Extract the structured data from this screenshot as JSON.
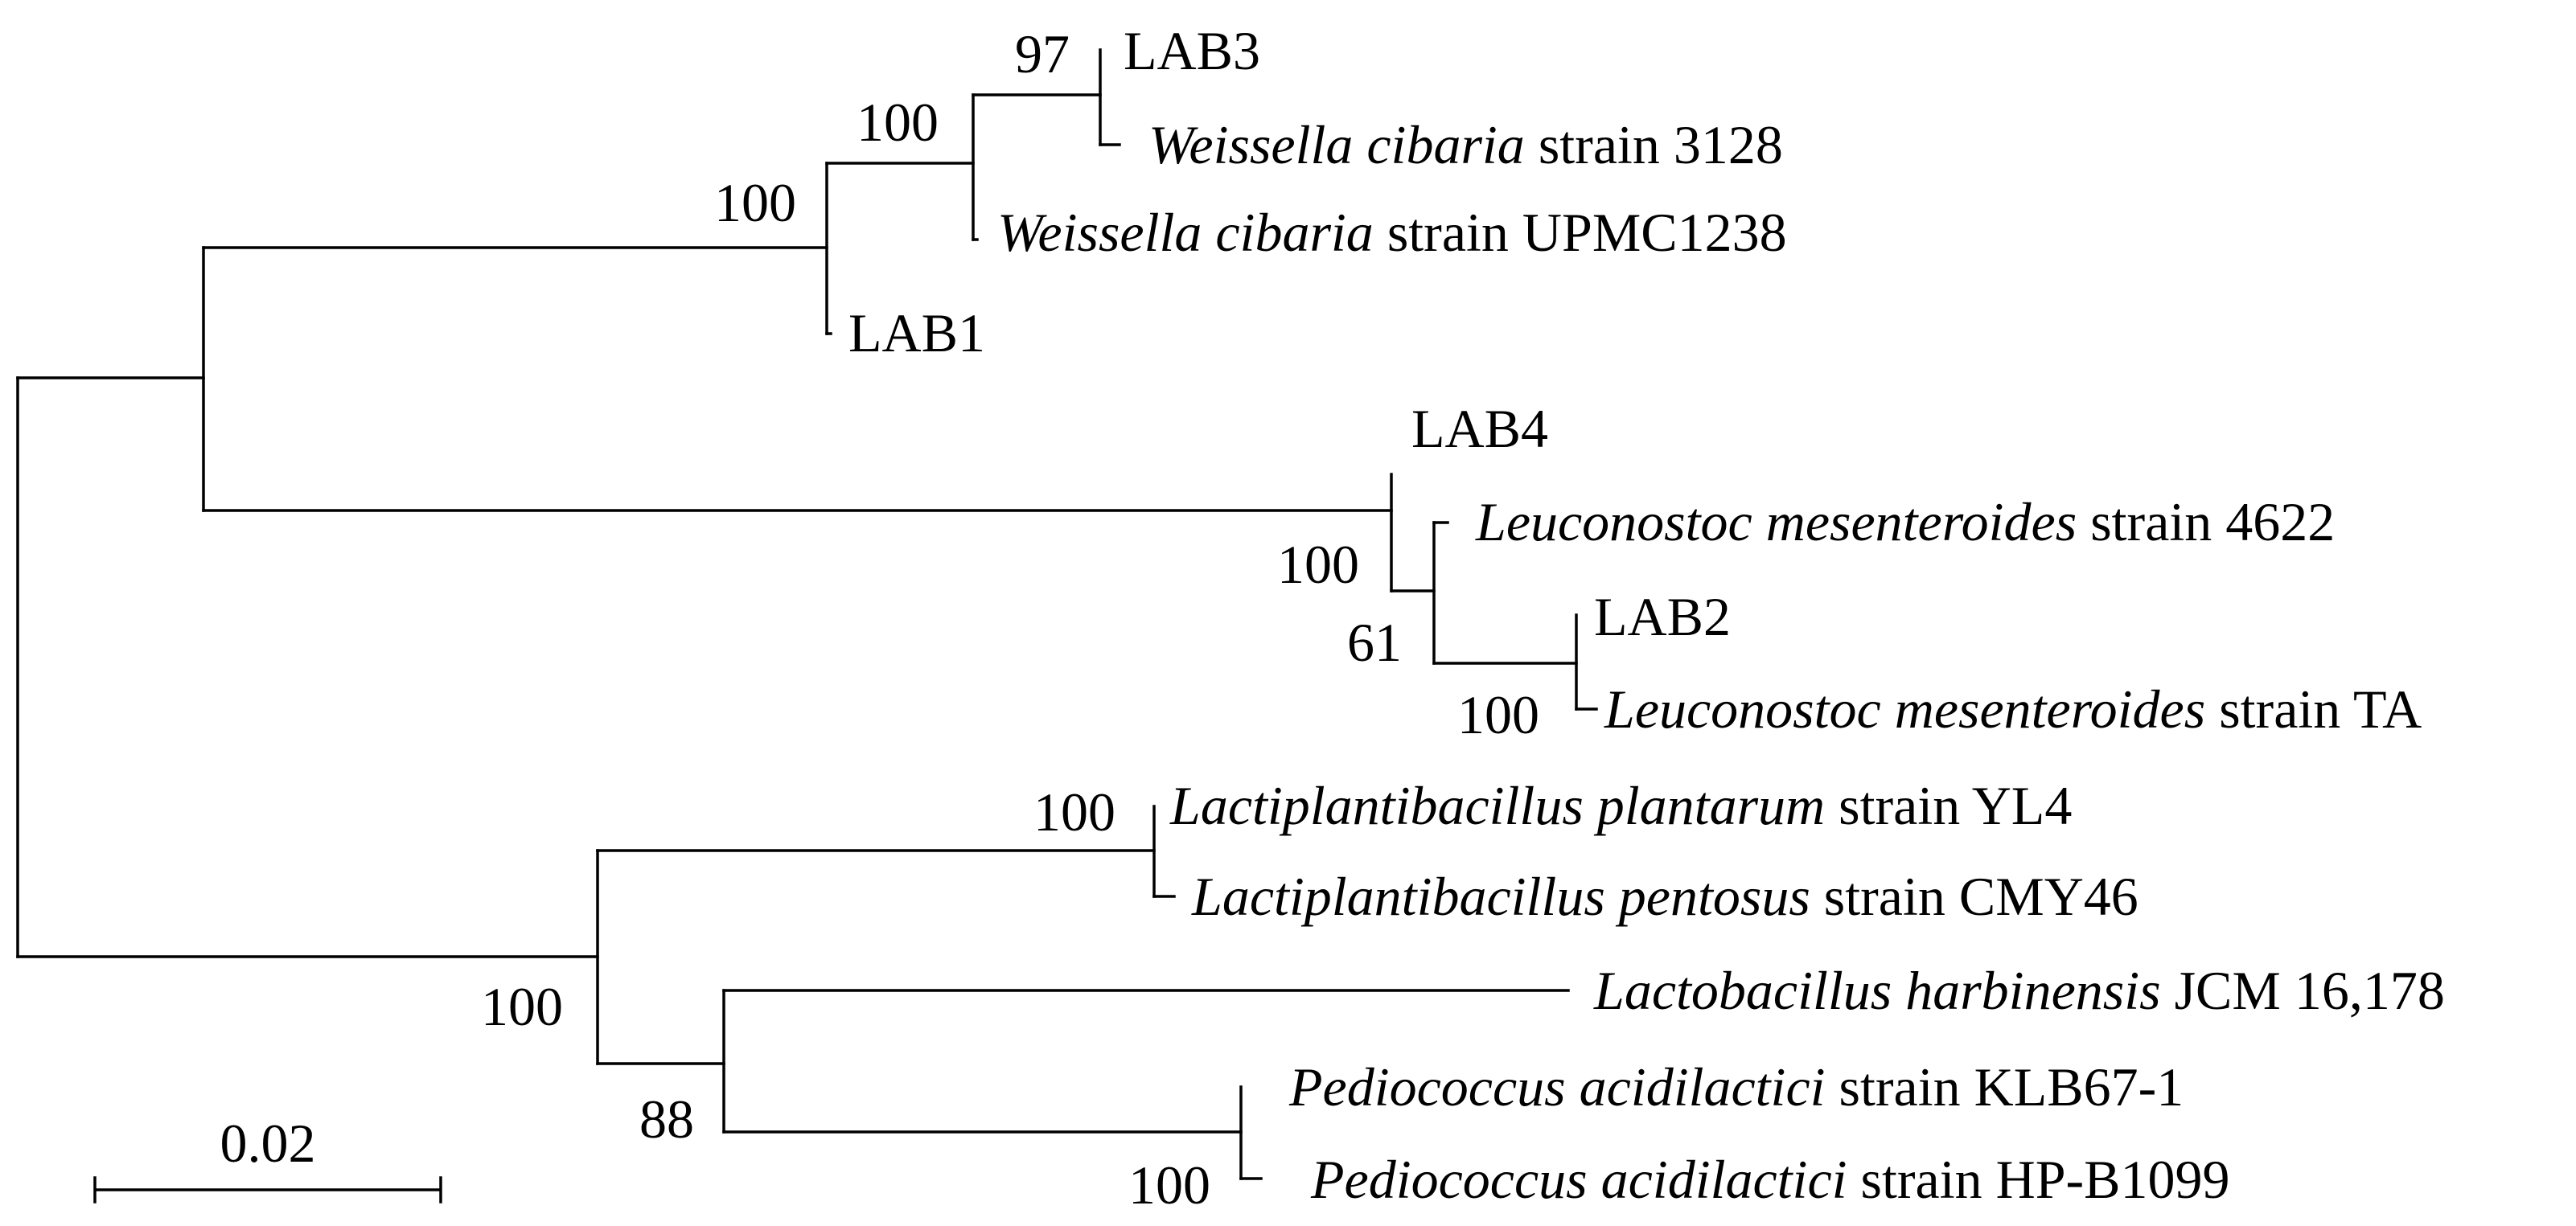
{
  "tree": {
    "taxa": [
      {
        "id": "lab3",
        "plain": "LAB3",
        "italic": "",
        "suffix": ""
      },
      {
        "id": "wc3128",
        "plain": "",
        "italic": "Weissella cibaria",
        "suffix": " strain 3128"
      },
      {
        "id": "wcupmc",
        "plain": "",
        "italic": "Weissella cibaria",
        "suffix": " strain UPMC1238"
      },
      {
        "id": "lab1",
        "plain": "LAB1",
        "italic": "",
        "suffix": ""
      },
      {
        "id": "lab4",
        "plain": "LAB4",
        "italic": "",
        "suffix": ""
      },
      {
        "id": "lm4622",
        "plain": "",
        "italic": "Leuconostoc mesenteroides",
        "suffix": " strain 4622"
      },
      {
        "id": "lab2",
        "plain": "LAB2",
        "italic": "",
        "suffix": ""
      },
      {
        "id": "lmta",
        "plain": "",
        "italic": "Leuconostoc mesenteroides",
        "suffix": " strain TA"
      },
      {
        "id": "lpyl4",
        "plain": "",
        "italic": "Lactiplantibacillus plantarum",
        "suffix": " strain YL4"
      },
      {
        "id": "lpcmy",
        "plain": "",
        "italic": "Lactiplantibacillus pentosus",
        "suffix": " strain CMY46"
      },
      {
        "id": "lh",
        "plain": "",
        "italic": "Lactobacillus harbinensis",
        "suffix": " JCM 16,178"
      },
      {
        "id": "paklb",
        "plain": "",
        "italic": "Pediococcus acidilactici",
        "suffix": " strain KLB67-1"
      },
      {
        "id": "pahp",
        "plain": "",
        "italic": "Pediococcus acidilactici",
        "suffix": " strain HP-B1099"
      }
    ],
    "bootstrap": {
      "lab3_wc3128": "97",
      "weissella_inner": "100",
      "weissella_clade": "100",
      "leuconostoc_clade": "100",
      "leuconostoc_inner": "61",
      "lab2_lmta": "100",
      "lactiplantibacillus": "100",
      "lower_clade": "100",
      "harbinensis_pediococcus": "88",
      "pediococcus": "100"
    }
  },
  "scale_bar": {
    "label": "0.02",
    "value": 0.02
  }
}
